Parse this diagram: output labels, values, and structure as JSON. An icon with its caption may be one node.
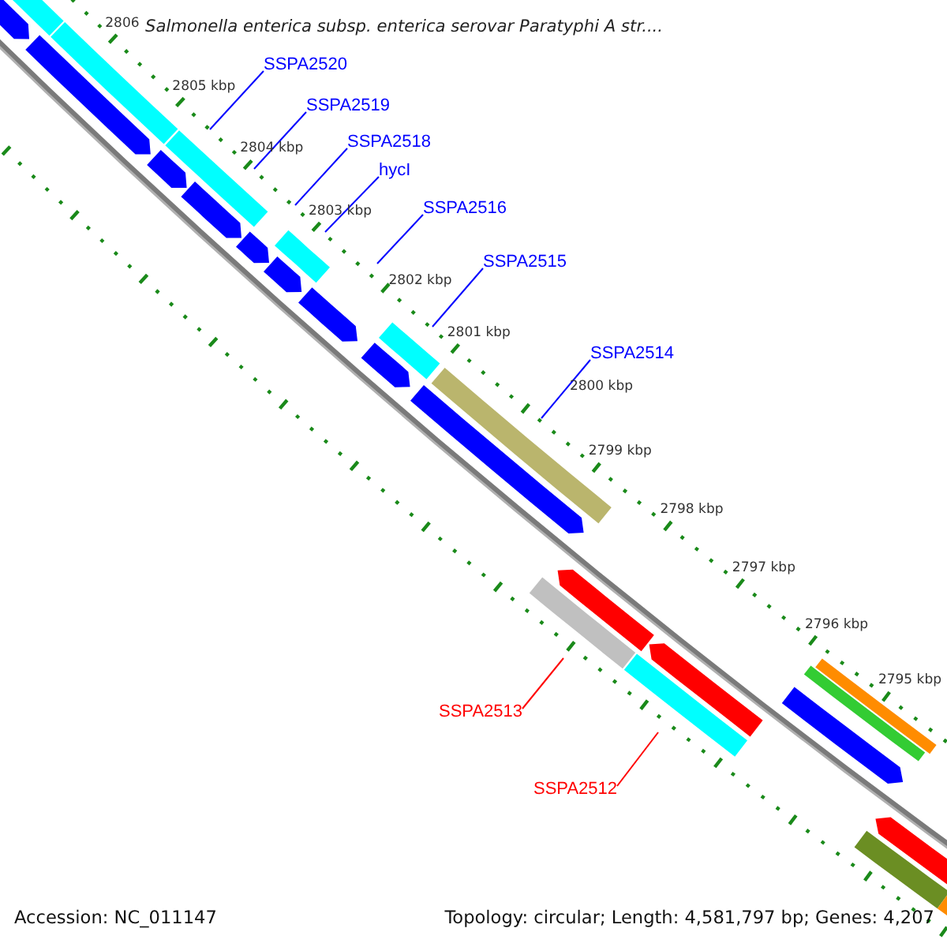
{
  "diagram": {
    "title": "Salmonella enterica subsp. enterica serovar Paratyphi A str....",
    "nodes": [
      {
        "text": [
          "SSPA2520"
        ]
      },
      {
        "text": [
          "SSPA2519"
        ]
      },
      {
        "text": [
          "SSPA2518"
        ]
      },
      {
        "text": [
          "hycI"
        ]
      },
      {
        "text": [
          "SSPA2516"
        ]
      },
      {
        "text": [
          "SSPA2515"
        ]
      },
      {
        "text": [
          "SSPA2514"
        ]
      },
      {
        "text": [
          "SSPA2513"
        ]
      },
      {
        "text": [
          "SSPA2512"
        ]
      }
    ],
    "edges": [
      {
        "from": 0,
        "to": null,
        "arrow": "none"
      },
      {
        "from": 1,
        "to": null,
        "arrow": "none"
      },
      {
        "from": 2,
        "to": null,
        "arrow": "none"
      },
      {
        "from": 3,
        "to": null,
        "arrow": "none"
      },
      {
        "from": 4,
        "to": null,
        "arrow": "none"
      },
      {
        "from": 5,
        "to": null,
        "arrow": "none"
      },
      {
        "from": 6,
        "to": null,
        "arrow": "none"
      },
      {
        "from": 7,
        "to": null,
        "arrow": "none",
        "color": "#ff0000"
      },
      {
        "from": 8,
        "to": null,
        "arrow": "none",
        "color": "#ff0000"
      }
    ],
    "labels": [
      "2806",
      "2805 kbp",
      "2804 kbp",
      "2803 kbp",
      "2802 kbp",
      "2801 kbp",
      "2800 kbp",
      "2799 kbp",
      "2798 kbp",
      "2797 kbp",
      "2796 kbp",
      "2795 kbp",
      "Accession: NC_011147",
      "Topology: circular; Length: 4,581,797 bp; Genes: 4,207"
    ]
  }
}
